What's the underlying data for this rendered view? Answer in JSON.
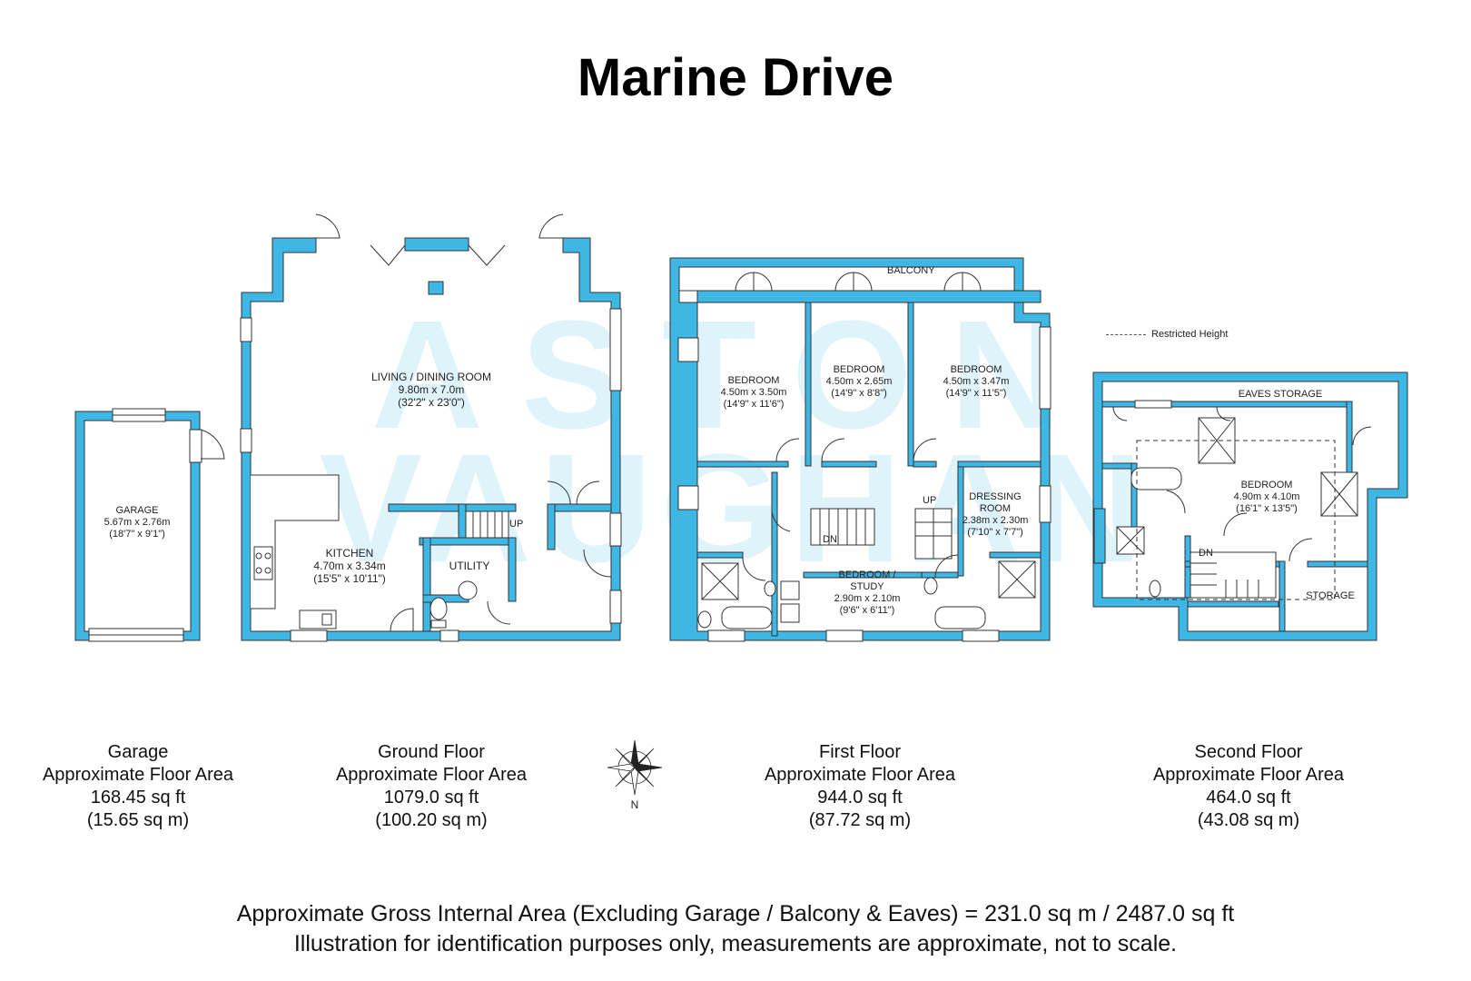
{
  "title": "Marine Drive",
  "watermark": {
    "line1": "ASTON",
    "line2": "VAUGHAN"
  },
  "legend": {
    "restricted_height": "Restricted Height"
  },
  "rooms": {
    "garage": {
      "name": "GARAGE",
      "size_m": "5.67m x 2.76m",
      "size_ft": "(18'7\" x 9'1\")"
    },
    "living": {
      "name": "LIVING / DINING ROOM",
      "size_m": "9.80m x 7.0m",
      "size_ft": "(32'2\" x 23'0\")"
    },
    "kitchen": {
      "name": "KITCHEN",
      "size_m": "4.70m x 3.34m",
      "size_ft": "(15'5\" x 10'11\")"
    },
    "utility": {
      "name": "UTILITY"
    },
    "bedroom1": {
      "name": "BEDROOM",
      "size_m": "4.50m x 3.50m",
      "size_ft": "(14'9\" x 11'6\")"
    },
    "bedroom2": {
      "name": "BEDROOM",
      "size_m": "4.50m x 2.65m",
      "size_ft": "(14'9\" x 8'8\")"
    },
    "bedroom3": {
      "name": "BEDROOM",
      "size_m": "4.50m x 3.47m",
      "size_ft": "(14'9\" x 11'5\")"
    },
    "dressing": {
      "name1": "DRESSING",
      "name2": "ROOM",
      "size_m": "2.38m x 2.30m",
      "size_ft": "(7'10\" x 7'7\")"
    },
    "study": {
      "name1": "BEDROOM /",
      "name2": "STUDY",
      "size_m": "2.90m x 2.10m",
      "size_ft": "(9'6\" x 6'11\")"
    },
    "bedroom_top": {
      "name": "BEDROOM",
      "size_m": "4.90m x 4.10m",
      "size_ft": "(16'1\" x 13'5\")"
    },
    "eaves": {
      "name": "EAVES STORAGE"
    },
    "storage": {
      "name": "STORAGE"
    },
    "balcony": {
      "name": "BALCONY"
    }
  },
  "stairs": {
    "up1": "UP",
    "up2": "UP",
    "dn1": "DN",
    "dn2": "DN"
  },
  "compass_n": "N",
  "floors": [
    {
      "name": "Garage",
      "area_label": "Approximate Floor Area",
      "sqft": "168.45 sq ft",
      "sqm": "(15.65 sq m)"
    },
    {
      "name": "Ground Floor",
      "area_label": "Approximate Floor Area",
      "sqft": "1079.0 sq ft",
      "sqm": "(100.20 sq m)"
    },
    {
      "name": "First Floor",
      "area_label": "Approximate Floor Area",
      "sqft": "944.0 sq ft",
      "sqm": "(87.72 sq m)"
    },
    {
      "name": "Second Floor",
      "area_label": "Approximate Floor Area",
      "sqft": "464.0 sq ft",
      "sqm": "(43.08 sq m)"
    }
  ],
  "footer": {
    "line1": "Approximate Gross Internal Area (Excluding Garage / Balcony & Eaves) = 231.0 sq m / 2487.0 sq ft",
    "line2": "Illustration for identification purposes only, measurements are approximate, not to scale."
  },
  "colors": {
    "wall": "#3eb7e4",
    "wall_stroke": "#333333",
    "watermark": "#dff3fb"
  }
}
